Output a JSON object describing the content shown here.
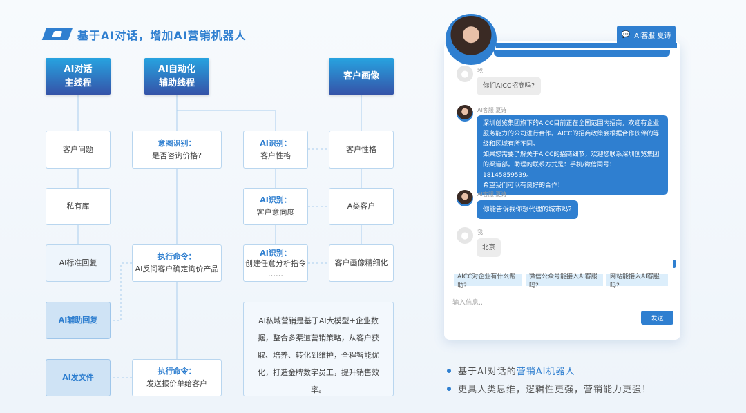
{
  "title": "基于AI对话，增加AI营销机器人",
  "headers": [
    {
      "l1": "AI对话",
      "l2": "主线程"
    },
    {
      "l1": "AI自动化",
      "l2": "辅助线程"
    },
    {
      "l1": "客户画像",
      "l2": ""
    }
  ],
  "col1": [
    "客户问题",
    "私有库",
    "AI标准回复",
    "AI辅助回复",
    "AI发文件"
  ],
  "col2": [
    {
      "t": "意图识别：",
      "s": "是否咨询价格?"
    },
    {
      "t": "执行命令：",
      "s": "AI反问客户确定询价产品"
    },
    {
      "t": "执行命令：",
      "s": "发送报价单给客户"
    }
  ],
  "col3": [
    {
      "t": "AI识别：",
      "s": "客户性格"
    },
    {
      "t": "AI识别：",
      "s": "客户意向度"
    },
    {
      "t": "AI识别：",
      "s": "创建任意分析指令",
      "s2": "……"
    }
  ],
  "col4": [
    "客户性格",
    "A类客户",
    "客户画像精细化"
  ],
  "description": "AI私域营销是基于AI大模型+企业数据，整合多渠道营销策略，从客户获取、培养、转化到维护，全程智能优化，打造金牌数字员工，提升销售效率。",
  "chat": {
    "tab": "AI客服 夏诗",
    "me": "我",
    "ai": "AI客服 夏诗",
    "m1": "你们AICC招商吗?",
    "m2": "深圳创览集团旗下的AICC目前正在全国范围内招商，欢迎有企业服务能力的公司进行合作。AICC的招商政策会根据合作伙伴的等级和区域有所不同。",
    "m2b": "如果您需要了解关于AICC的招商细节，欢迎您联系深圳创览集团的渠道部。助理的联系方式是：手机/微信同号：18145859539。",
    "m2c": "希望我们可以有良好的合作！",
    "m3": "你能告诉我你想代理的城市吗?",
    "m4": "北京",
    "chips": [
      "AICC对企业有什么帮助?",
      "微信公众号能接入AI客服吗?",
      "网站能接入AI客服吗?"
    ],
    "placeholder": "输入信息...",
    "send": "发送"
  },
  "bullets": [
    {
      "a": "基于AI对话的",
      "b": "营销AI机器人"
    },
    {
      "a": "更具人类思维，逻辑性更强，营销能力更强！",
      "b": ""
    }
  ],
  "colors": {
    "accent": "#2f7fd0"
  }
}
